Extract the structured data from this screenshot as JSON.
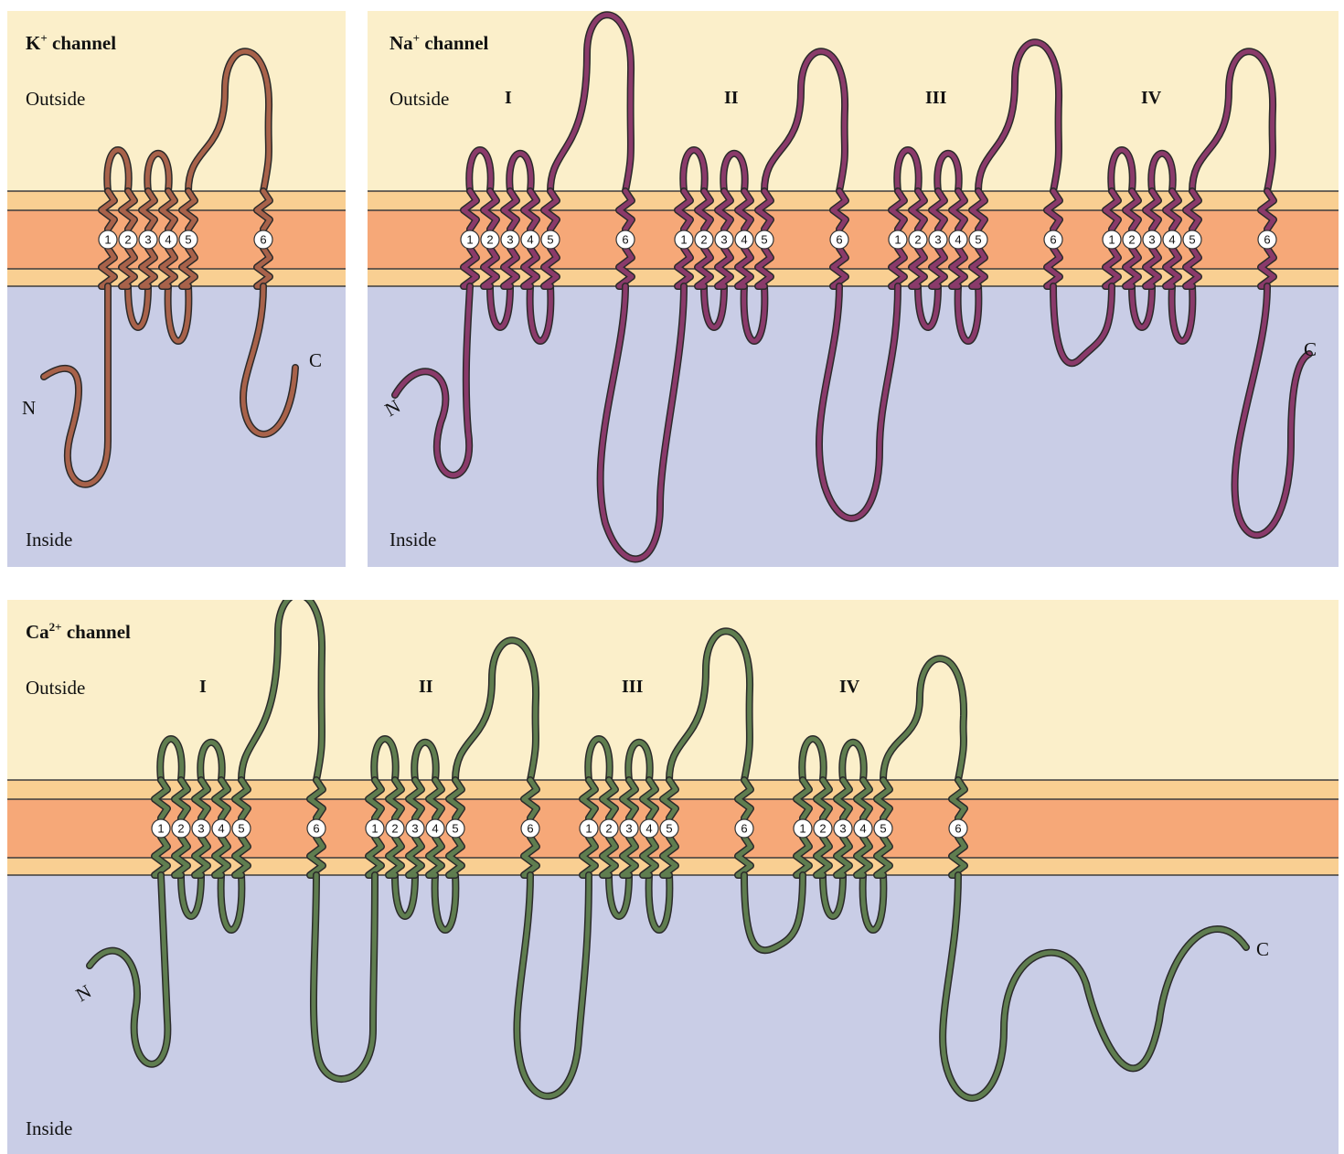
{
  "panels": {
    "k": {
      "title_prefix": "K",
      "title_sup": "+",
      "title_suffix": " channel",
      "outside": "Outside",
      "inside": "Inside",
      "n": "N",
      "c": "C",
      "color": "#a8624a",
      "domains": [],
      "segments": [
        "1",
        "2",
        "3",
        "4",
        "5",
        "6"
      ]
    },
    "na": {
      "title_prefix": "Na",
      "title_sup": "+",
      "title_suffix": " channel",
      "outside": "Outside",
      "inside": "Inside",
      "n": "N",
      "c": "C",
      "color": "#8a3a6a",
      "domains": [
        "I",
        "II",
        "III",
        "IV"
      ],
      "segments": [
        "1",
        "2",
        "3",
        "4",
        "5",
        "6"
      ]
    },
    "ca": {
      "title_prefix": "Ca",
      "title_sup": "2+",
      "title_suffix": " channel",
      "outside": "Outside",
      "inside": "Inside",
      "n": "N",
      "c": "C",
      "color": "#5f7d4f",
      "domains": [
        "I",
        "II",
        "III",
        "IV"
      ],
      "segments": [
        "1",
        "2",
        "3",
        "4",
        "5",
        "6"
      ]
    }
  },
  "colors": {
    "outside_bg": "#fbefca",
    "inside_bg": "#c9cde6",
    "membrane_outer": "#f9cf92",
    "membrane_core": "#f6a878",
    "membrane_line": "#3c3c3c"
  }
}
